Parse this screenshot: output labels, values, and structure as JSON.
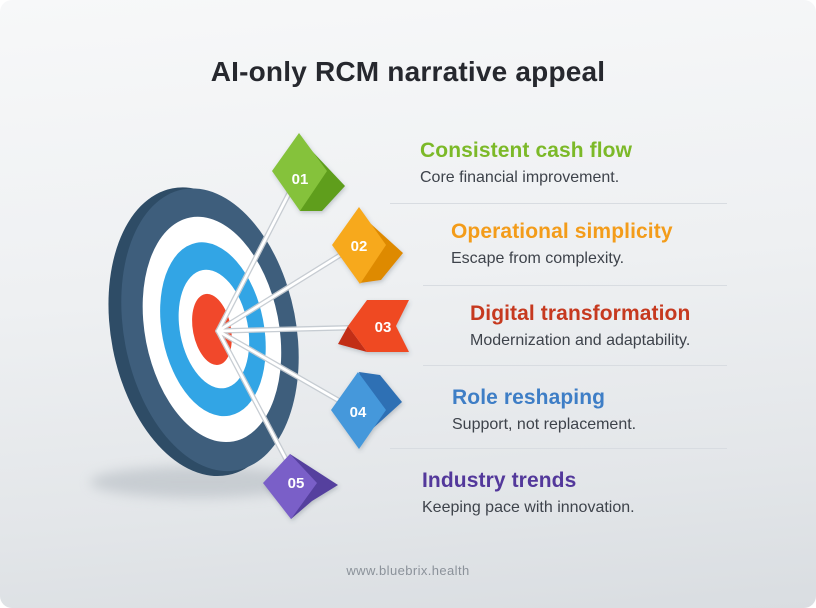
{
  "page": {
    "title": "AI-only RCM narrative appeal",
    "footer_url": "www.bluebrix.health"
  },
  "items": [
    {
      "number": "01",
      "title": "Consistent cash flow",
      "description": "Core financial improvement.",
      "accent_color": "#7CB928",
      "badge_light": "#85C23B",
      "badge_dark": "#5F9E1C"
    },
    {
      "number": "02",
      "title": "Operational simplicity",
      "description": "Escape from complexity.",
      "accent_color": "#F39C1A",
      "badge_light": "#F7A91F",
      "badge_dark": "#DE8A05"
    },
    {
      "number": "03",
      "title": "Digital transformation",
      "description": "Modernization and adaptability.",
      "accent_color": "#C6391F",
      "badge_light": "#EF4A23",
      "badge_dark": "#C22D12"
    },
    {
      "number": "04",
      "title": "Role reshaping",
      "description": "Support, not replacement.",
      "accent_color": "#3E7EC6",
      "badge_light": "#4598DB",
      "badge_dark": "#2E6FB4"
    },
    {
      "number": "05",
      "title": "Industry trends",
      "description": "Keeping pace with innovation.",
      "accent_color": "#53389B",
      "badge_light": "#7A5EC8",
      "badge_dark": "#55409E"
    }
  ],
  "illustration": {
    "target_colors": {
      "rim_back": "#2E4C66",
      "outer_ring": "#3E5E7C",
      "inner_white": "#FFFFFF",
      "blue_ring": "#32A5E5",
      "bullseye": "#F1482B"
    },
    "connector_shadow_color": "#C5CBD1",
    "connector_color": "#FFFFFF"
  }
}
